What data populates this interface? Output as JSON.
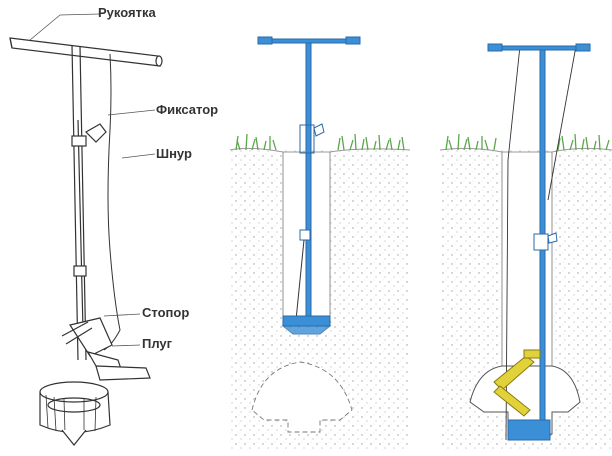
{
  "labels": {
    "handle": "Рукоятка",
    "lock": "Фиксатор",
    "cord": "Шнур",
    "stopper": "Стопор",
    "plow": "Плуг"
  },
  "colors": {
    "tool_blue": "#3b8fd6",
    "plow_yellow": "#e2d23a",
    "grass_green": "#5aa64a",
    "line": "#333333"
  },
  "icons": {
    "grass": "grass-tuft",
    "soil": "stipple-texture"
  }
}
